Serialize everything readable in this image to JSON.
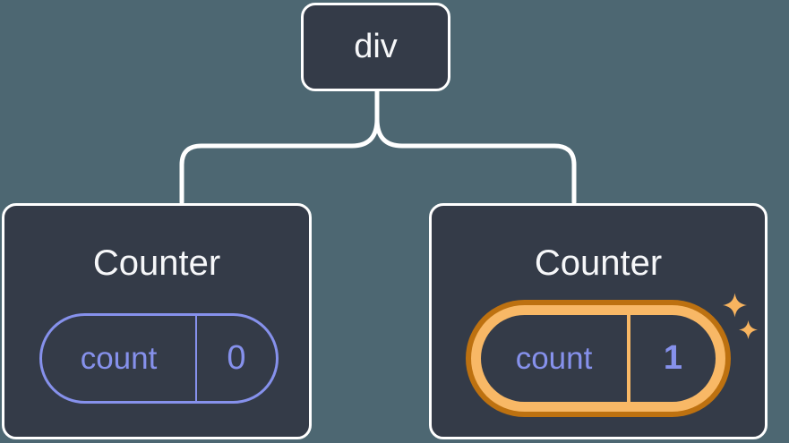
{
  "tree": {
    "root": {
      "label": "div"
    },
    "children": [
      {
        "title": "Counter",
        "state_key": "count",
        "state_value": "0",
        "highlighted": false
      },
      {
        "title": "Counter",
        "state_key": "count",
        "state_value": "1",
        "highlighted": true
      }
    ]
  },
  "icons": {
    "sparkle": "four-point-star"
  },
  "colors": {
    "canvas_bg": "#4d6772",
    "card_bg": "#343b48",
    "card_border": "#ffffff",
    "connector": "#ffffff",
    "text_primary": "#f6f7f9",
    "state_accent": "#8691ec",
    "highlight_ring_outer": "#bd7110",
    "highlight_ring_inner": "#f8b866",
    "sparkle": "#f8b45f"
  }
}
